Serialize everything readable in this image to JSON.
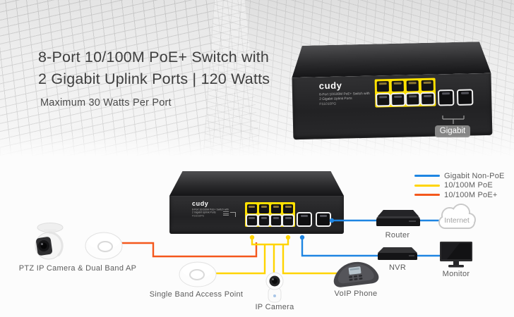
{
  "hero": {
    "title_line1": "8-Port 10/100M PoE+ Switch with",
    "title_line2": "2 Gigabit Uplink Ports | 120 Watts",
    "subtitle": "Maximum 30 Watts Per Port",
    "gigabit_badge": "Gigabit"
  },
  "switch_front": {
    "brand": "cudy",
    "line1": "8-Port 10/100M PoE+ Switch with",
    "line2": "2 Gigabit Uplink Ports",
    "model": "FS1010PG"
  },
  "legend": {
    "gigabit": {
      "label": "Gigabit Non-PoE"
    },
    "poe": {
      "label": "10/100M PoE"
    },
    "poe_plus": {
      "label": "10/100M PoE+"
    }
  },
  "devices": {
    "ptz_ap": "PTZ IP Camera & Dual Band AP",
    "single_ap": "Single Band Access Point",
    "ip_camera": "IP Camera",
    "voip_phone": "VoIP Phone",
    "nvr": "NVR",
    "router": "Router",
    "monitor": "Monitor",
    "internet": "Internet"
  },
  "colors": {
    "gigabit": "#1e85e2",
    "poe": "#ffd400",
    "poe_plus": "#f4581d",
    "port_yellow": "#ffe000"
  }
}
